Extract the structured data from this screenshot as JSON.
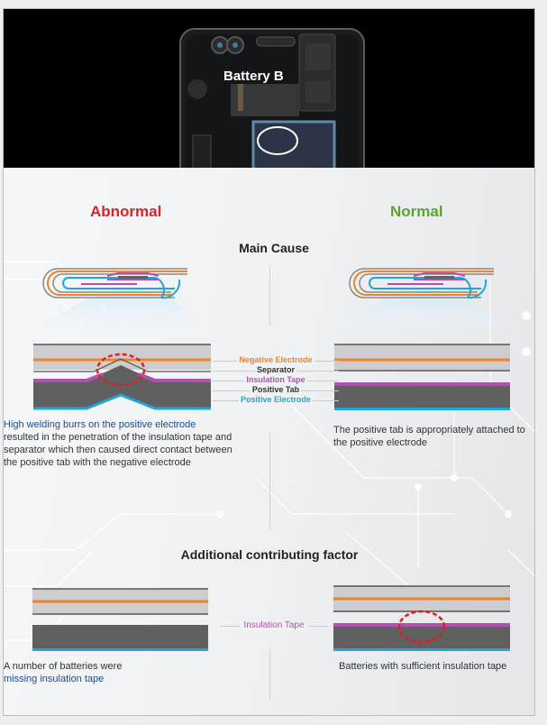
{
  "hero": {
    "label": "Battery B"
  },
  "columns": {
    "abnormal": "Abnormal",
    "normal": "Normal"
  },
  "main_cause": {
    "title": "Main Cause",
    "legend": [
      {
        "label": "Negative Electrode",
        "color": "#f08229"
      },
      {
        "label": "Separator",
        "color": "#333333"
      },
      {
        "label": "Insulation Tape",
        "color": "#b24fb0"
      },
      {
        "label": "Positive Tab",
        "color": "#333333"
      },
      {
        "label": "Positive Electrode",
        "color": "#1ea6dd"
      }
    ],
    "abnormal_desc": {
      "highlight": "High welding burrs on the positive electrode",
      "rest": " resulted in the penetration of the insulation tape and separator which then caused direct contact between the positive tab with the negative electrode"
    },
    "normal_desc": "The positive tab is appropriately attached to the positive electrode"
  },
  "additional": {
    "title": "Additional contributing factor",
    "middle_label": "Insulation Tape",
    "abnormal_desc": {
      "prefix": "A number of batteries were ",
      "highlight": "missing insulation tape"
    },
    "normal_desc": "Batteries with sufficient insulation tape"
  },
  "colors": {
    "negative_electrode": "#f08229",
    "insulation_tape": "#b24fb0",
    "positive_electrode": "#1ea6dd",
    "positive_tab": "#606060",
    "separator_fill": "#cdcdcf",
    "abnormal": "#d7232a",
    "normal": "#5aa52b",
    "highlight_text": "#1a4aa0"
  }
}
